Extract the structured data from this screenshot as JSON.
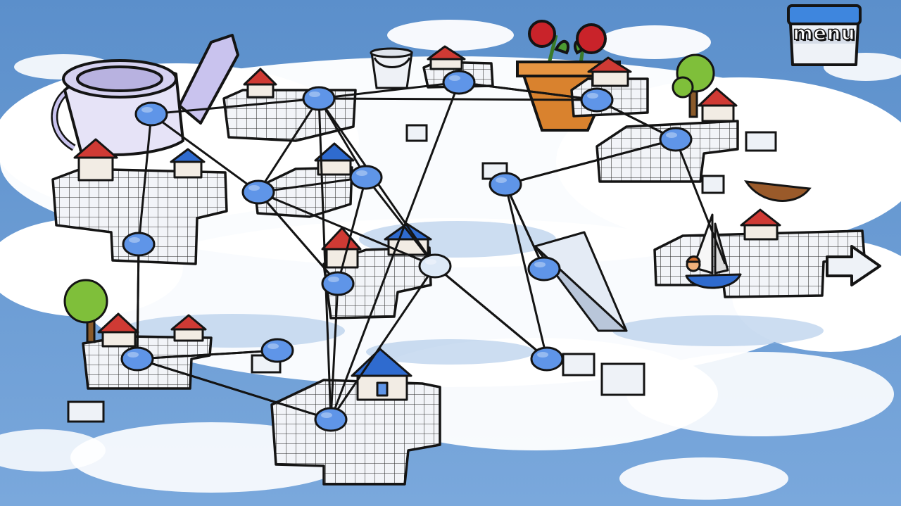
{
  "menu": {
    "label": "menu",
    "icon": "paint-bucket-icon"
  },
  "colors": {
    "sky": "#6f9fd4",
    "cloud": "#ffffff",
    "node_fill": "#5f95e8",
    "node_stroke": "#141414",
    "node_current": "#dde9f7",
    "path_line": "#141414",
    "tile_face": "#f2f4f8",
    "tile_side": "#c9d2de",
    "roof_red": "#cf3a34",
    "roof_blue": "#2f6bcf",
    "menu_blue": "#3e86de"
  },
  "map": {
    "current_node": 10,
    "nodes": [
      {
        "id": 1
      },
      {
        "id": 2
      },
      {
        "id": 3
      },
      {
        "id": 4
      },
      {
        "id": 5
      },
      {
        "id": 6
      },
      {
        "id": 7
      },
      {
        "id": 8
      },
      {
        "id": 9
      },
      {
        "id": 10
      },
      {
        "id": 11
      },
      {
        "id": 12
      },
      {
        "id": 13
      },
      {
        "id": 14
      },
      {
        "id": 15
      },
      {
        "id": 16
      },
      {
        "id": 17
      },
      {
        "id": 18
      },
      {
        "id": 19
      },
      {
        "id": 20
      }
    ],
    "paths": [
      [
        1,
        2
      ],
      [
        2,
        3
      ],
      [
        3,
        4
      ],
      [
        4,
        5
      ],
      [
        3,
        5
      ],
      [
        2,
        6
      ],
      [
        6,
        7
      ],
      [
        7,
        8
      ],
      [
        8,
        9
      ],
      [
        9,
        10
      ],
      [
        1,
        11
      ],
      [
        11,
        12
      ],
      [
        12,
        13
      ],
      [
        12,
        14
      ],
      [
        14,
        15
      ],
      [
        15,
        10
      ],
      [
        10,
        16
      ],
      [
        16,
        14
      ],
      [
        10,
        17
      ],
      [
        18,
        19
      ],
      [
        20,
        6
      ]
    ]
  }
}
